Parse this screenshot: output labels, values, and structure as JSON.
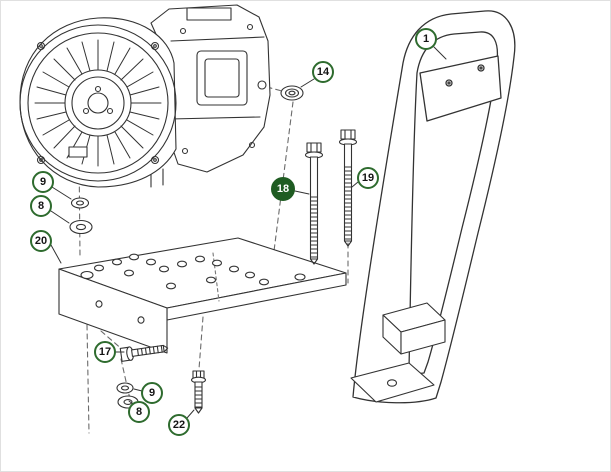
{
  "diagram": {
    "colors": {
      "accent": "#2e6b2e",
      "highlight_bg": "#1f5c22",
      "line": "#333333",
      "background": "#ffffff"
    },
    "callouts": [
      {
        "label": "1",
        "highlighted": false
      },
      {
        "label": "14",
        "highlighted": false
      },
      {
        "label": "9",
        "highlighted": false
      },
      {
        "label": "8",
        "highlighted": false
      },
      {
        "label": "20",
        "highlighted": false
      },
      {
        "label": "18",
        "highlighted": true
      },
      {
        "label": "19",
        "highlighted": false
      },
      {
        "label": "17",
        "highlighted": false
      },
      {
        "label": "9",
        "highlighted": false
      },
      {
        "label": "8",
        "highlighted": false
      },
      {
        "label": "22",
        "highlighted": false
      }
    ]
  }
}
